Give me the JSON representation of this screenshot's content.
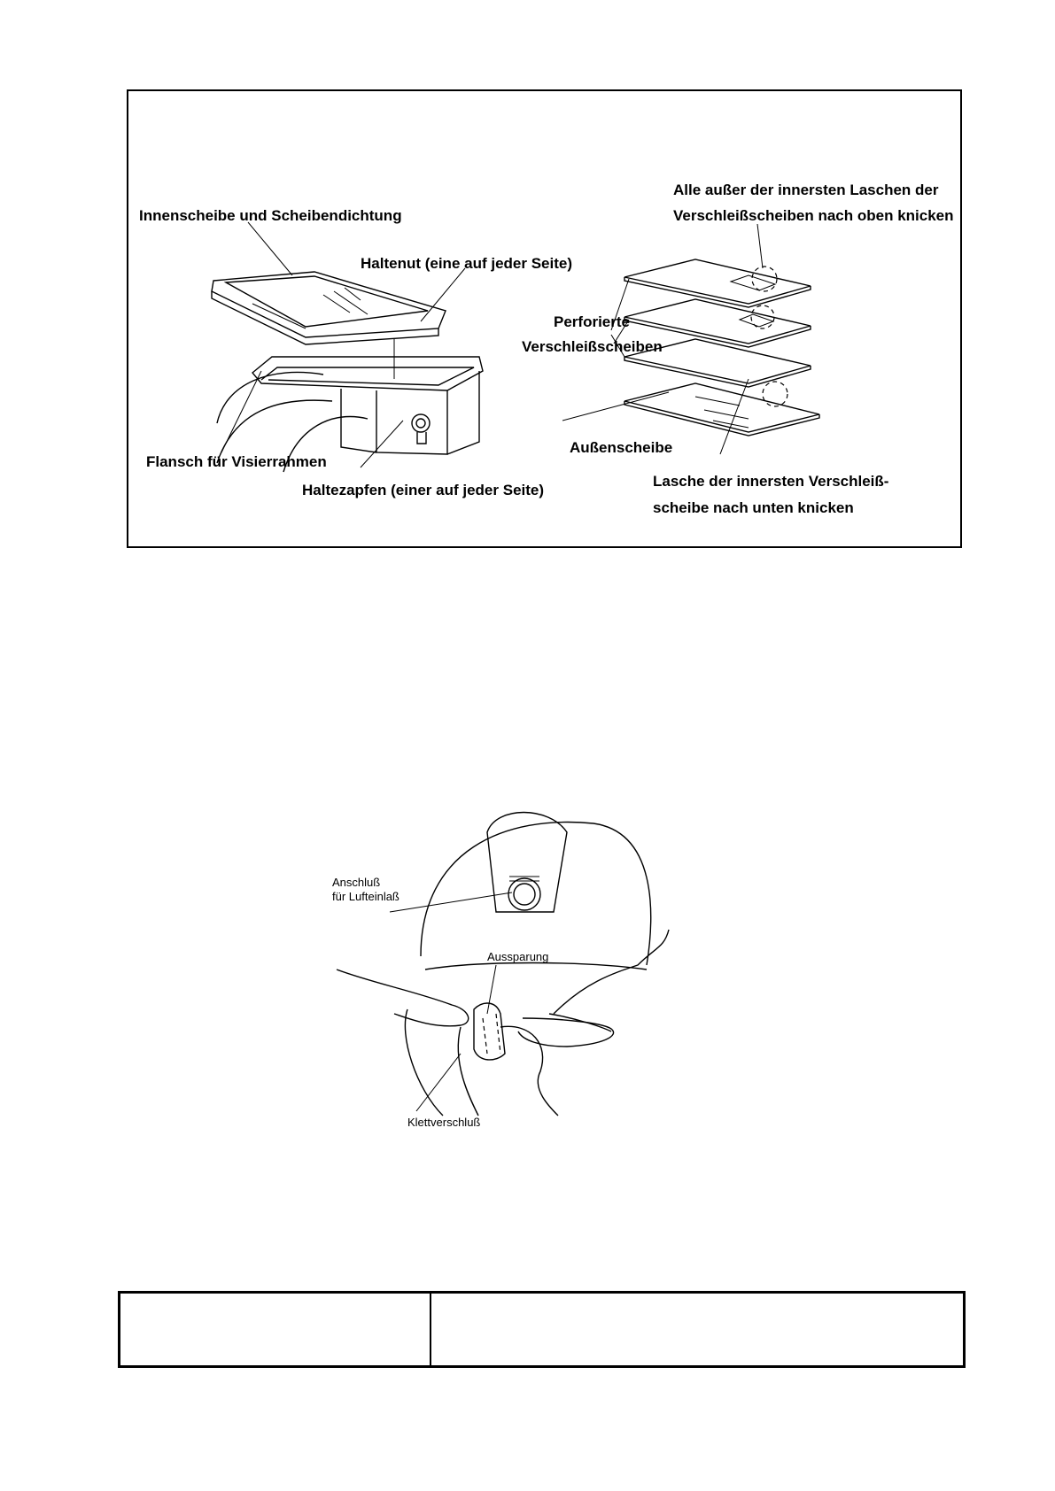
{
  "figure_1": {
    "labels": {
      "inner_lens": "Innenscheibe und Scheibendichtung",
      "retaining_groove": "Haltenut (eine auf jeder Seite)",
      "visor_flange": "Flansch für Visierrahmen",
      "retaining_pin": "Haltezapfen (einer auf jeder Seite)",
      "fold_tabs_line1": "Alle außer der innersten Laschen der",
      "fold_tabs_line2": "Verschleißscheiben nach oben knicken",
      "perforated_line1": "Perforierte",
      "perforated_line2": "Verschleißscheiben",
      "outer_lens": "Außenscheibe",
      "inner_tab_line1": "Lasche der innersten Verschleiß-",
      "inner_tab_line2": "scheibe nach unten knicken"
    }
  },
  "figure_2": {
    "labels": {
      "air_inlet_line1": "Anschluß",
      "air_inlet_line2": "für Lufteinlaß",
      "recess": "Aussparung",
      "velcro": "Klettverschluß"
    }
  }
}
